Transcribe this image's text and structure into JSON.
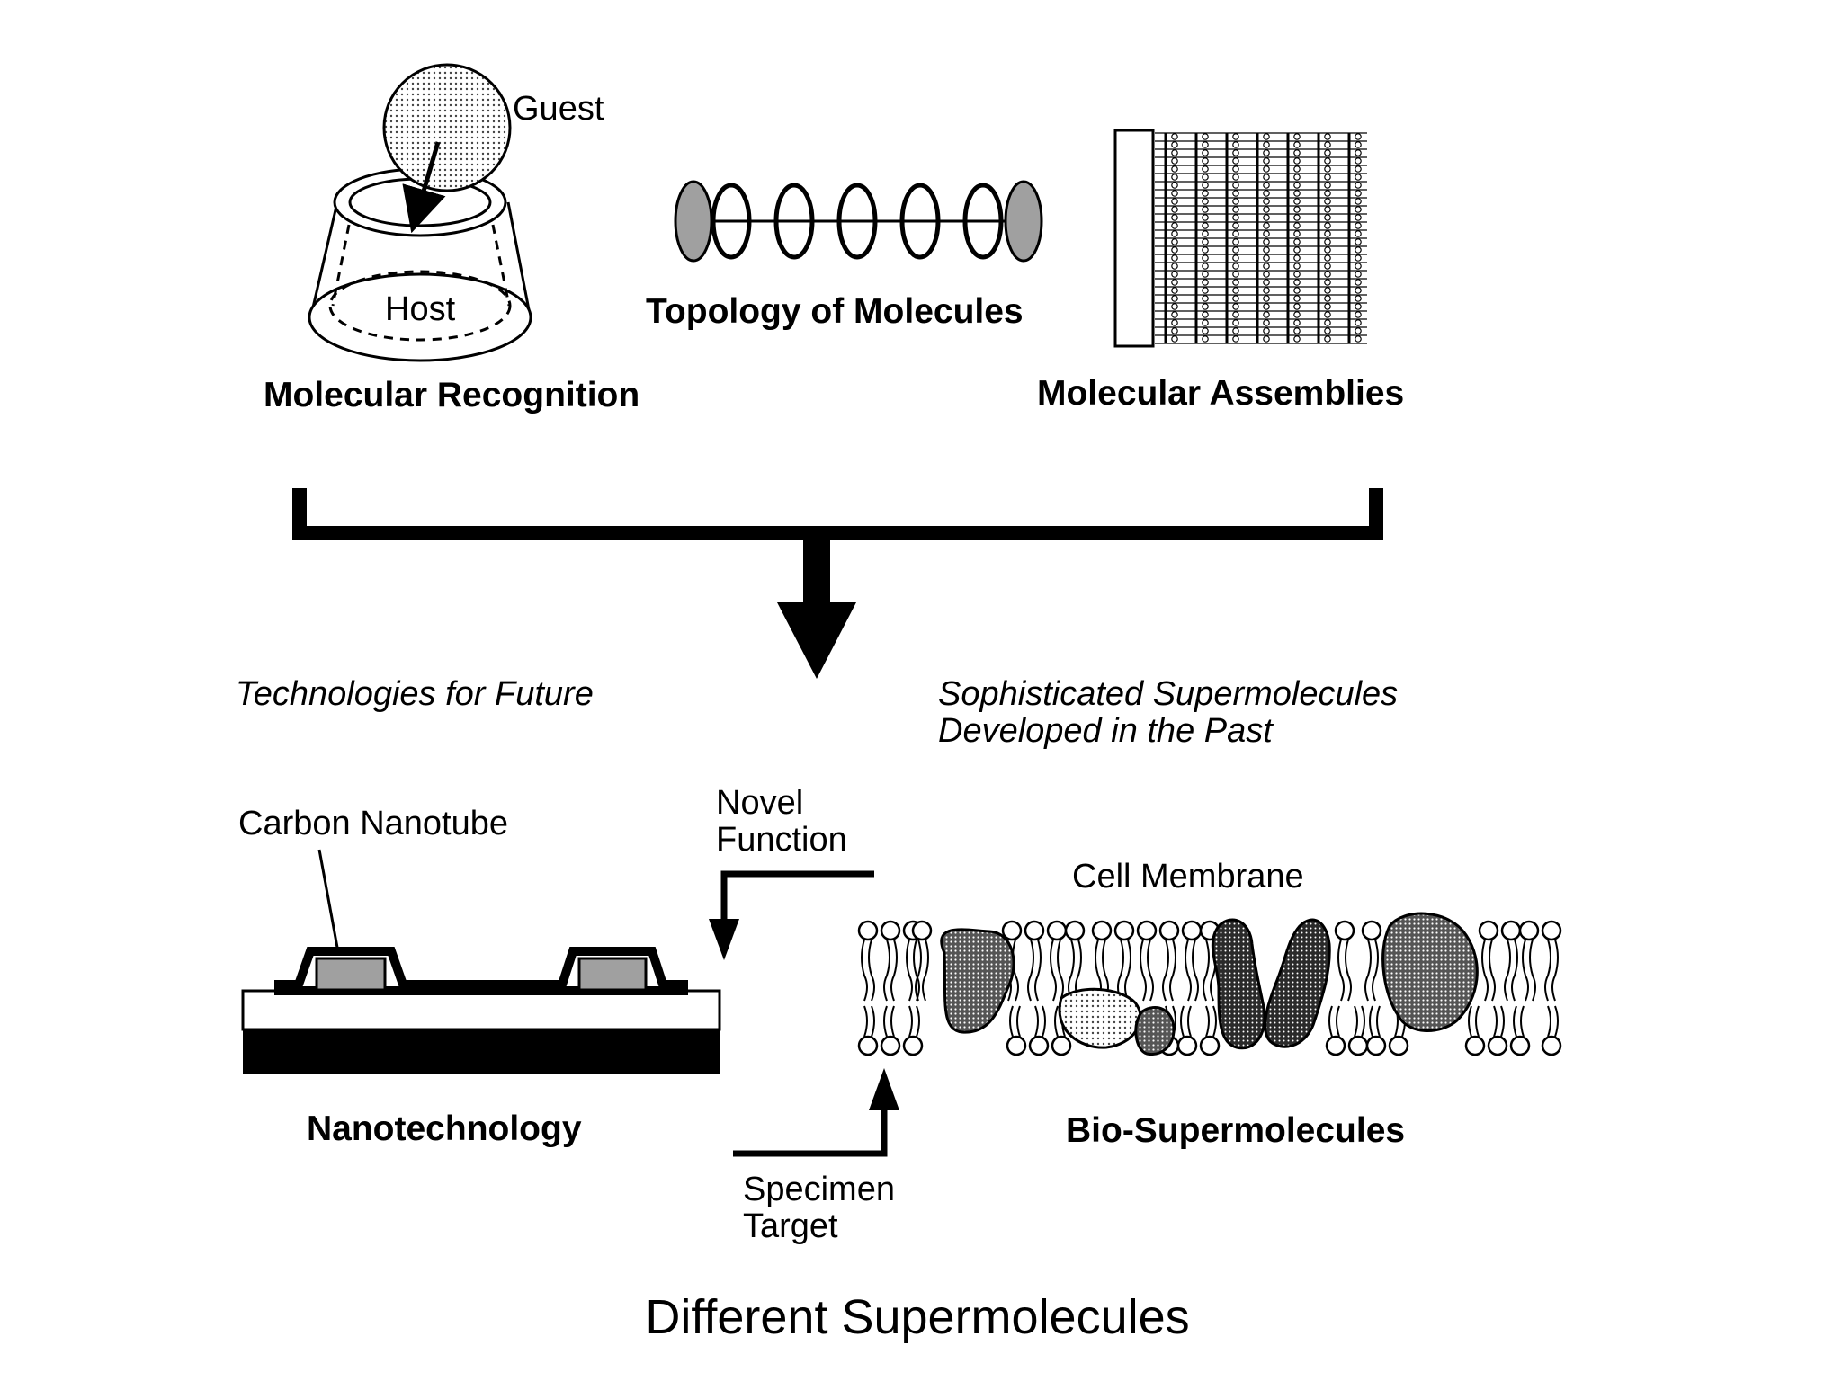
{
  "figure": {
    "caption": "Different Supermolecules",
    "top": {
      "recognition": {
        "label": "Molecular Recognition",
        "guest": "Guest",
        "host": "Host"
      },
      "topology": {
        "label": "Topology of Molecules"
      },
      "assemblies": {
        "label": "Molecular Assemblies"
      }
    },
    "middle": {
      "left": "Technologies for Future",
      "right_line1": "Sophisticated Supermolecules",
      "right_line2": "Developed in the Past"
    },
    "bottom": {
      "nanotech": {
        "label": "Nanotechnology",
        "callout": "Carbon Nanotube"
      },
      "bio": {
        "label": "Bio-Supermolecules",
        "callout": "Cell Membrane"
      },
      "arrow_down": {
        "line1": "Novel",
        "line2": "Function"
      },
      "arrow_up": {
        "line1": "Specimen",
        "line2": "Target"
      }
    }
  },
  "colors": {
    "ink": "#000000",
    "grey_fill": "#a0a0a0",
    "dot_fill": "#b5b5b5",
    "paper": "#ffffff"
  }
}
